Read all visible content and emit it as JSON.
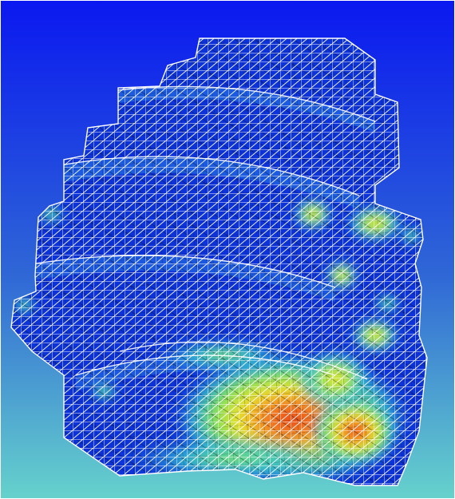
{
  "viewport": {
    "background_top": "#0a18f0",
    "background_mid": "#2f67d6",
    "background_bottom": "#66d2cc",
    "frame_color": "#ffffff"
  },
  "mesh": {
    "fill_color": "#0b2dd6",
    "fill_edge_color": "#0b1fb8",
    "wireframe_color": "#ffffff",
    "secondary_wireframe_color": "#000000",
    "colormap": [
      "#0b2dd6",
      "#1b66e6",
      "#34c4d0",
      "#7ee05a",
      "#e8e22c",
      "#f28a22",
      "#e9401c"
    ]
  },
  "hotspots": [
    {
      "name": "hotspot-bottom-center",
      "level": 1.0
    },
    {
      "name": "hotspot-bottom-right",
      "level": 0.9
    },
    {
      "name": "hotspot-center-right",
      "level": 0.75
    },
    {
      "name": "hotspot-upper-right-a",
      "level": 0.55
    },
    {
      "name": "hotspot-upper-right-b",
      "level": 0.55
    },
    {
      "name": "hotspot-mid-right",
      "level": 0.45
    },
    {
      "name": "hotspot-left-edge",
      "level": 0.35
    }
  ]
}
